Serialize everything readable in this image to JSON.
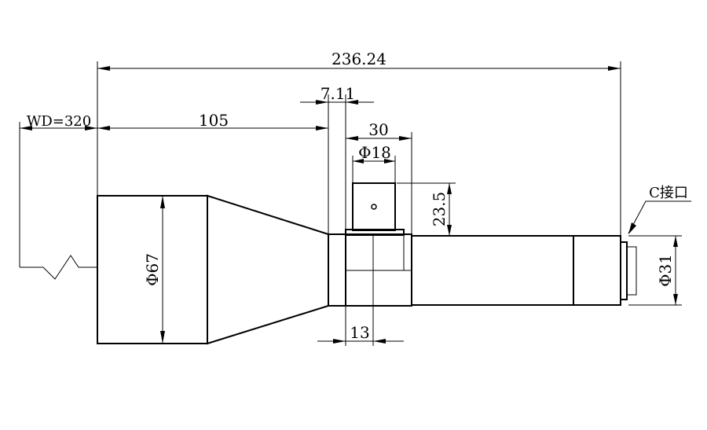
{
  "drawing": {
    "dimensions": {
      "overall_length": "236.24",
      "working_distance": "WD=320",
      "front_section": "105",
      "flange_gap": "7.11",
      "mount_offset": "30",
      "port_diameter": "Φ18",
      "port_height": "23.5",
      "front_diameter": "Φ67",
      "rear_diameter": "Φ31",
      "port_width": "13"
    },
    "callout": {
      "mount_label": "C接口"
    }
  }
}
